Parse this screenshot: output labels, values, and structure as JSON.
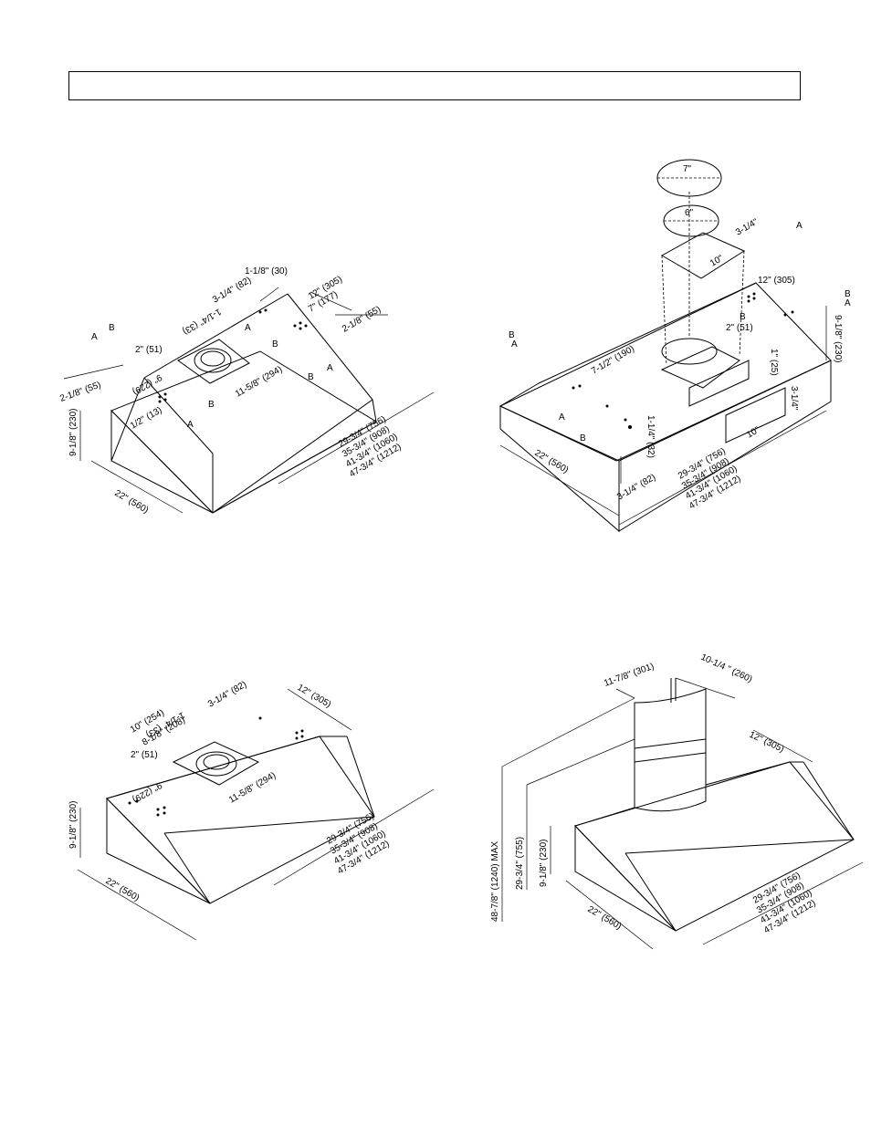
{
  "header": {
    "title": ""
  },
  "figures": {
    "top_left": {
      "dims": {
        "d1": "1-1/8\" (30)",
        "d2": "3-1/4\" (82)",
        "d3": "12\" (305)",
        "d4": "1-1/4\" (33)",
        "d5": "7\" (177)",
        "d6": "2-1/8\" (55)",
        "d7": "2\" (51)",
        "d8": "9\" (229)",
        "d9": "2-1/8\" (55)",
        "d10": "11-5/8\" (294)",
        "d11": "9-1/8\" (230)",
        "d12": "1/2\" (13)",
        "d13": "22\" (560)",
        "w1": "29-3/4\" (756)",
        "w2": "35-3/4\" (908)",
        "w3": "41-3/4\" (1060)",
        "w4": "47-3/4\" (1212)"
      },
      "labels": {
        "a": "A",
        "b": "B"
      }
    },
    "top_right": {
      "dims": {
        "duct7": "7\"",
        "duct6": "6\"",
        "d1": "3-1/4\"",
        "d2": "10\"",
        "d3": "12\" (305)",
        "d4": "2\" (51)",
        "d5": "1\" (25)",
        "d6": "9-1/8\" (230)",
        "d7": "7-1/2\" (190)",
        "d8": "1-1/4\" (32)",
        "d9": "3-1/4\"",
        "d10": "10\"",
        "d11": "3-1/4\" (82)",
        "d12": "22\" (560)",
        "w1": "29-3/4\" (756)",
        "w2": "35-3/4\" (908)",
        "w3": "41-3/4\" (1060)",
        "w4": "47-3/4\" (1212)"
      },
      "labels": {
        "a": "A",
        "b": "B"
      }
    },
    "bottom_left": {
      "dims": {
        "d1": "3-1/4\" (82)",
        "d2": "12\" (305)",
        "d3": "10\" (254)",
        "d4": "1-1/4\" (33)",
        "d5": "8-1/8\" (208)",
        "d6": "2\" (51)",
        "d7": "9\" (229)",
        "d8": "11-5/8\" (294)",
        "d9": "9-1/8\" (230)",
        "d10": "22\" (560)",
        "w1": "29-3/4\" (756)",
        "w2": "35-3/4\" (908)",
        "w3": "41-3/4\" (1060)",
        "w4": "47-3/4\" (1212)"
      }
    },
    "bottom_right": {
      "dims": {
        "d1": "11-7/8\" (301)",
        "d2": "10-1/4 \" (260)",
        "d3": "12\" (305)",
        "d4": "48-7/8\" (1240) MAX",
        "d5": "29-3/4\" (755)",
        "d6": "9-1/8\" (230)",
        "d7": "22\" (560)",
        "w1": "29-3/4\" (756)",
        "w2": "35-3/4\" (908)",
        "w3": "41-3/4\" (1060)",
        "w4": "47-3/4\" (1212)"
      }
    }
  }
}
